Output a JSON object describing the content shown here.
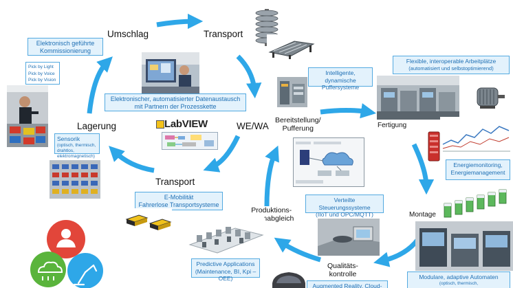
{
  "nodes": {
    "umschlag": "Umschlag",
    "transport_top": "Transport",
    "lagerung": "Lagerung",
    "wewa": "WE/WA",
    "transport_bottom": "Transport",
    "bereitstellung": "Bereitstellung/\nPufferung",
    "fertigung": "Fertigung",
    "montage": "Montage",
    "produktionsdatenabgleich": "Produktions-\ndatenabgleich",
    "qualitaetskontrolle": "Qualitäts-\nkontrolle"
  },
  "boxes": {
    "kommissionierung": "Elektronisch geführte Kommissionierung",
    "pick_methods": [
      "Pick by Light",
      "Pick by Voice",
      "Pick by Vision"
    ],
    "datenaustausch": "Elektronischer, automatisierter Datenaustausch mit Partnern der Prozesskette",
    "sensorik_title": "Sensorik",
    "sensorik_sub": "(optisch, thermisch, drahtlos, elektromagnetisch)",
    "puffersysteme": "Intelligente, dynamische Puffersysteme",
    "arbeitsplaetze_title": "Flexible, interoperable Arbeitplätze",
    "arbeitsplaetze_sub": "(automatisiert und selbstoptimierend)",
    "energiemonitoring": "Energiemonitoring, Energiemanagement",
    "emobilitaet_title": "E-Mobilität",
    "emobilitaet_sub": "Fahrerlose Transportsysteme",
    "steuerung_title": "Verteilte Steuerungssysteme",
    "steuerung_sub": "(IIoT und OPC/MQTT)",
    "predictive_title": "Predictive Applications",
    "predictive_sub": "(Maintenance, BI, Kpi – OEE)",
    "automaten_title": "Modulare, adaptive Automaten",
    "automaten_sub": "(optisch, thermisch,",
    "ar_cloud": "Augmented Reality, Cloud-"
  },
  "logo": {
    "labview": "LabVIEW"
  },
  "colors": {
    "arrow": "#2ea7e8",
    "box_border": "#52a9e0",
    "box_fill": "#e3f2fc",
    "box_text": "#1e6fb4"
  }
}
